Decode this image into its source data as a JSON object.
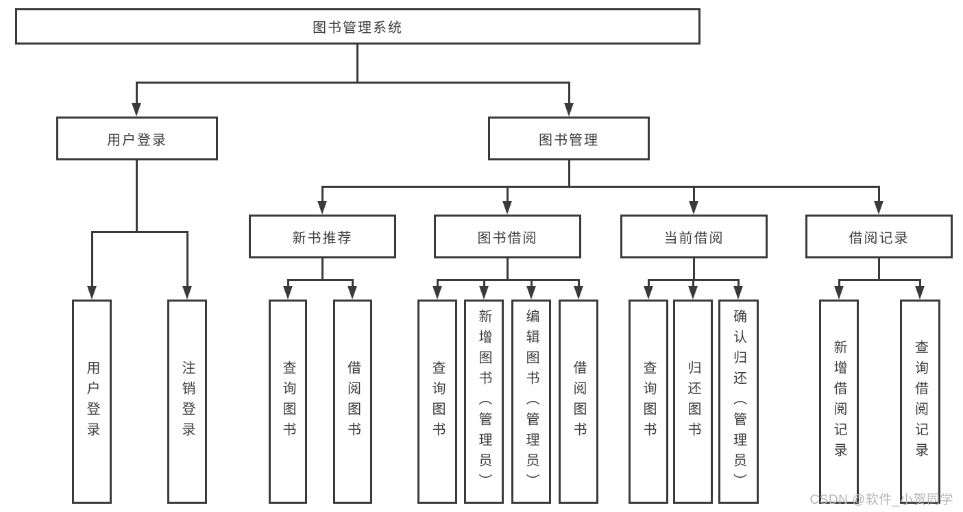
{
  "tree": {
    "root": {
      "label": "图书管理系统"
    },
    "branches": [
      {
        "label": "用户登录",
        "children": [
          {
            "label": "用户登录"
          },
          {
            "label": "注销登录"
          }
        ]
      },
      {
        "label": "图书管理",
        "children": [
          {
            "label": "新书推荐",
            "children": [
              {
                "label": "查询图书"
              },
              {
                "label": "借阅图书"
              }
            ]
          },
          {
            "label": "图书借阅",
            "children": [
              {
                "label": "查询图书"
              },
              {
                "label": "新增图书（管理员）"
              },
              {
                "label": "编辑图书（管理员）"
              },
              {
                "label": "借阅图书"
              }
            ]
          },
          {
            "label": "当前借阅",
            "children": [
              {
                "label": "查询图书"
              },
              {
                "label": "归还图书"
              },
              {
                "label": "确认归还（管理员）"
              }
            ]
          },
          {
            "label": "借阅记录",
            "children": [
              {
                "label": "新增借阅记录"
              },
              {
                "label": "查询借阅记录"
              }
            ]
          }
        ]
      }
    ]
  },
  "watermark": {
    "text": "CSDN @软件_小贺同学"
  },
  "colors": {
    "line": "#3a3a3a",
    "text": "#3d3d3d",
    "watermark": "#b5b5b5",
    "background": "#ffffff"
  }
}
